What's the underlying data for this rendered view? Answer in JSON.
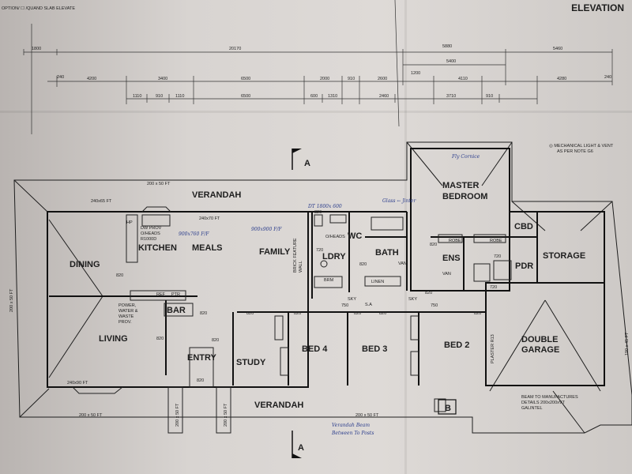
{
  "title": "ELEVATION",
  "corner_note": "OPTION/ ☐ /QUAND SLAB ELEVATE",
  "dims_row1": [
    "1800",
    "20170",
    "5880",
    "5460"
  ],
  "dims_row2": [
    "240",
    "4200",
    "3400",
    "6500",
    "2000",
    "910",
    "2600",
    "1200",
    "5400",
    "4110",
    "4280",
    "240"
  ],
  "dims_row3": [
    "1110",
    "910",
    "1110",
    "6500",
    "600",
    "1310",
    "2460",
    "3710",
    "910"
  ],
  "rooms": {
    "master": [
      "MASTER",
      "BEDROOM"
    ],
    "verandah_top": "VERANDAH",
    "verandah_bottom": "VERANDAH",
    "dining": "DINING",
    "kitchen": "KITCHEN",
    "meals": "MEALS",
    "family": "FAMILY",
    "ldry": "LDRY",
    "wc": "WC",
    "bath": "BATH",
    "ens": "ENS",
    "pdr": "PDR",
    "cbd": "CBD",
    "storage": "STORAGE",
    "living": "LIVING",
    "bar": "BAR",
    "entry": "ENTRY",
    "study": "STUDY",
    "bed4": "BED 4",
    "bed3": "BED 3",
    "bed2": "BED 2",
    "garage": [
      "DOUBLE",
      "GARAGE"
    ]
  },
  "section_markers": {
    "a": "A",
    "b": "B"
  },
  "notes": {
    "kitchen_note": [
      "DW PROV",
      "O/HEADS",
      "R1000D"
    ],
    "brick_wall": [
      "BRICK FEATURE",
      "WALL"
    ],
    "power": [
      "POWER,",
      "WATER &",
      "WASTE",
      "PROV."
    ],
    "beam": [
      "BEAM TO MANUFACTURES",
      "DETAILS 200x200xVT",
      "GALINTEL"
    ],
    "plaster": "PLASTER R13",
    "mech": [
      "◎ MECHANICAL LIGHT & VENT",
      "AS PER NOTE G6"
    ],
    "beam_size_top": "200 x 50 FT",
    "beam_left": "240x65 FT",
    "beam_meals": "240x70 FT",
    "beam_bottom_left": "240x90 FT",
    "beam_bottom": "200 x 50 FT",
    "beam_bottom_right": "200 x 50 FT",
    "post_left": "200 x 50 FT",
    "post_right": "200 x 50 FT",
    "right_wall": "190 x 45 FT",
    "left_wall": "200 x 50 FT",
    "robe": "ROBE",
    "linen": "LINEN",
    "van": "VAN",
    "brm": "BRM",
    "oheads": "O/HEADS",
    "ref": "REF",
    "ptr": "PTR",
    "hp": "HP",
    "sa": "S.A",
    "sky": "SKY"
  },
  "handwritten": {
    "h1": "DT 1800x 600",
    "h2": "Glass ← Jinter",
    "h3": "Fly Cornice",
    "h4": "900x760 F/F",
    "h5": "900x900 F/F",
    "h6": [
      "Verandah Beam",
      "Between To Posts"
    ]
  },
  "door_widths": [
    "820",
    "720",
    "820",
    "820",
    "820",
    "820",
    "820",
    "820",
    "820",
    "820",
    "720",
    "820",
    "820",
    "820",
    "820",
    "820",
    "750",
    "720",
    "750"
  ]
}
